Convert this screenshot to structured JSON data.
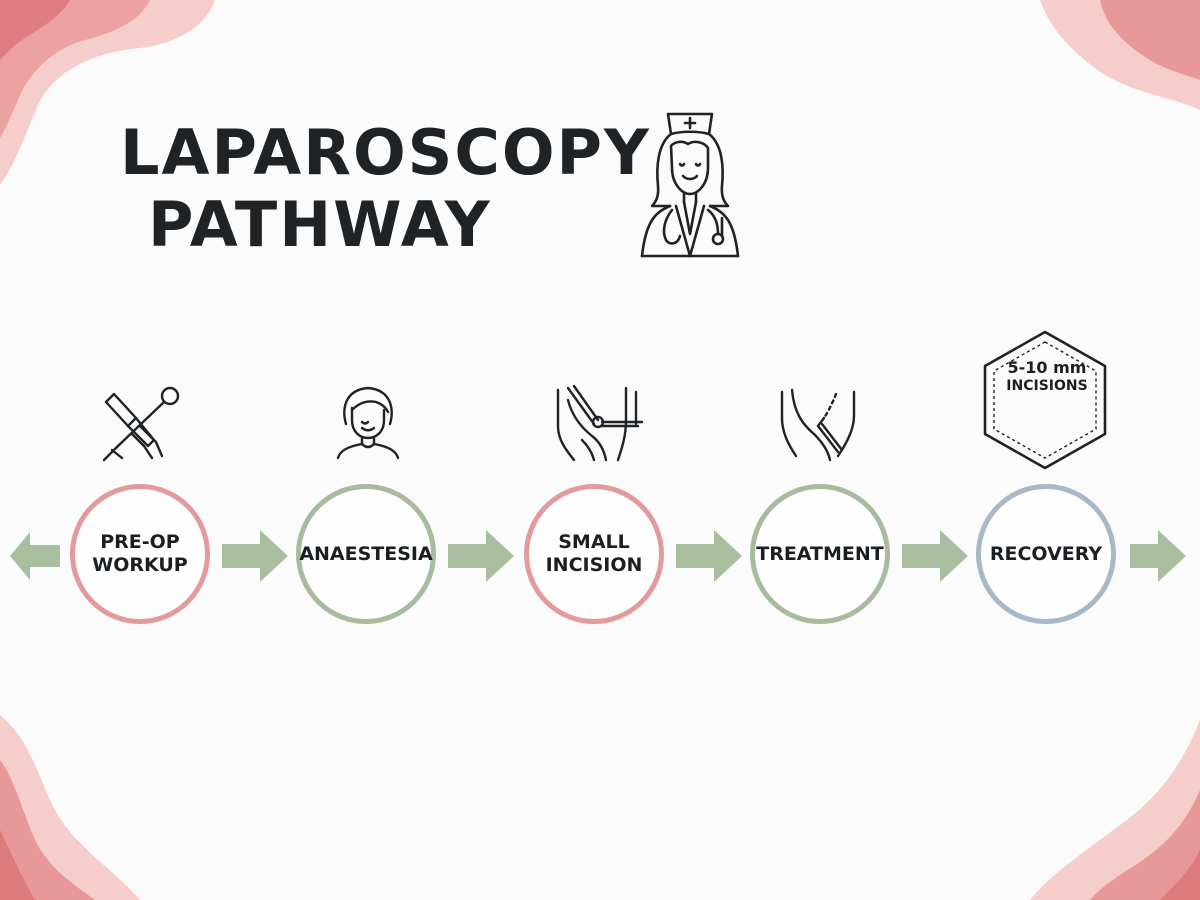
{
  "title": {
    "line1": "LAPAROSCOPY",
    "line2": "PATHWAY"
  },
  "header_icon": "nurse-icon",
  "stages": [
    {
      "label": "PRE-OP\nWORKUP",
      "icon": "surgical-instruments-icon",
      "ring_color": "#e29a9c"
    },
    {
      "label": "ANAESTESIA",
      "icon": "patient-icon",
      "ring_color": "#a8bb9f"
    },
    {
      "label": "SMALL\nINCISION",
      "icon": "incision-icon",
      "ring_color": "#e29a9c"
    },
    {
      "label": "TREATMENT",
      "icon": "treatment-icon",
      "ring_color": "#a8bb9f"
    },
    {
      "label": "RECOVERY",
      "icon": "hexagon-badge-icon",
      "ring_color": "#a9b8c8"
    }
  ],
  "badge": {
    "main": "5-10 mm",
    "sub": "INCISIONS"
  },
  "colors": {
    "arrow": "#a9bd9f",
    "blob": "#e79a9a",
    "text": "#1f2326"
  }
}
